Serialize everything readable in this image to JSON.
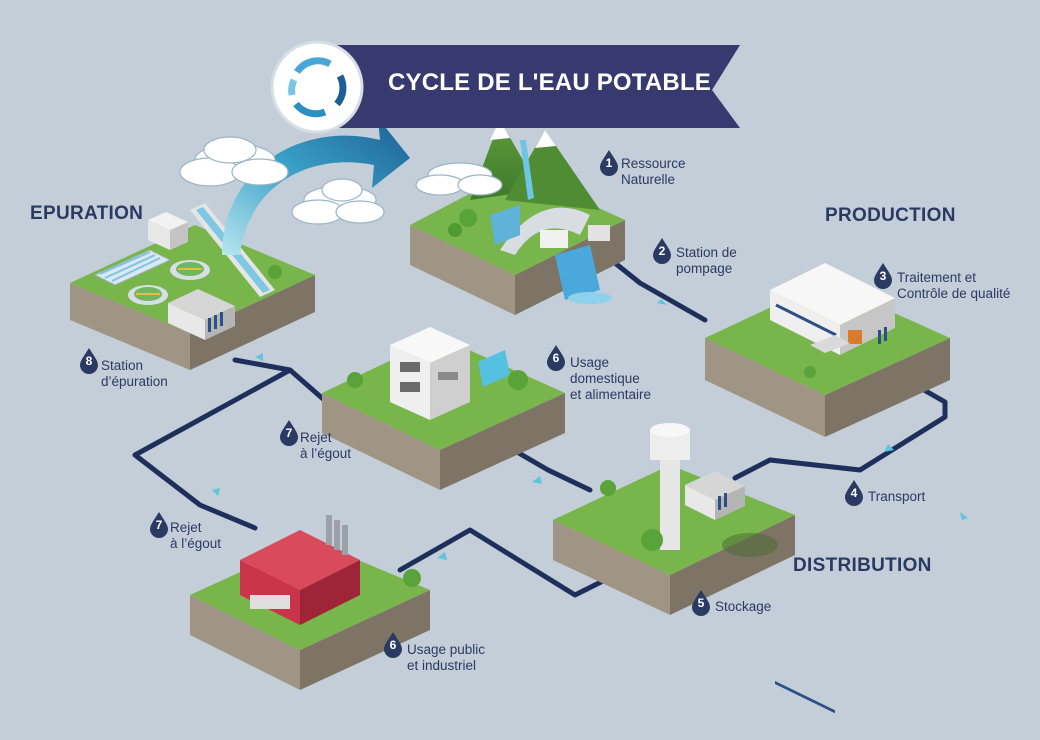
{
  "title": "CYCLE DE L'EAU POTABLE",
  "sections": {
    "epuration": "EPURATION",
    "production": "PRODUCTION",
    "distribution": "DISTRIBUTION"
  },
  "steps": [
    {
      "num": "1",
      "label_line1": "Ressource",
      "label_line2": "Naturelle"
    },
    {
      "num": "2",
      "label_line1": "Station de",
      "label_line2": "pompage"
    },
    {
      "num": "3",
      "label_line1": "Traitement et",
      "label_line2": "Contrôle de qualité"
    },
    {
      "num": "4",
      "label_line1": "Transport",
      "label_line2": ""
    },
    {
      "num": "5",
      "label_line1": "Stockage",
      "label_line2": ""
    },
    {
      "num": "6",
      "label_line1": "Usage",
      "label_line2": "domestique",
      "label_line3": "et alimentaire"
    },
    {
      "num": "6",
      "label_line1": "Usage public",
      "label_line2": "et industriel"
    },
    {
      "num": "7",
      "label_line1": "Rejet",
      "label_line2": "à l’égout"
    },
    {
      "num": "7",
      "label_line1": "Rejet",
      "label_line2": "à l’égout"
    },
    {
      "num": "8",
      "label_line1": "Station",
      "label_line2": "d’épuration"
    }
  ],
  "colors": {
    "background": "#c3ced8",
    "banner": "#38396e",
    "text": "#2b3a63",
    "pipe": "#1e2f5c",
    "grass": "#78b54a",
    "soil": "#a09585",
    "arrow": "#5fc4dc"
  },
  "icons": [
    "cycle-icon",
    "water-drop-icon",
    "cloud-icon",
    "arrow-icon"
  ]
}
